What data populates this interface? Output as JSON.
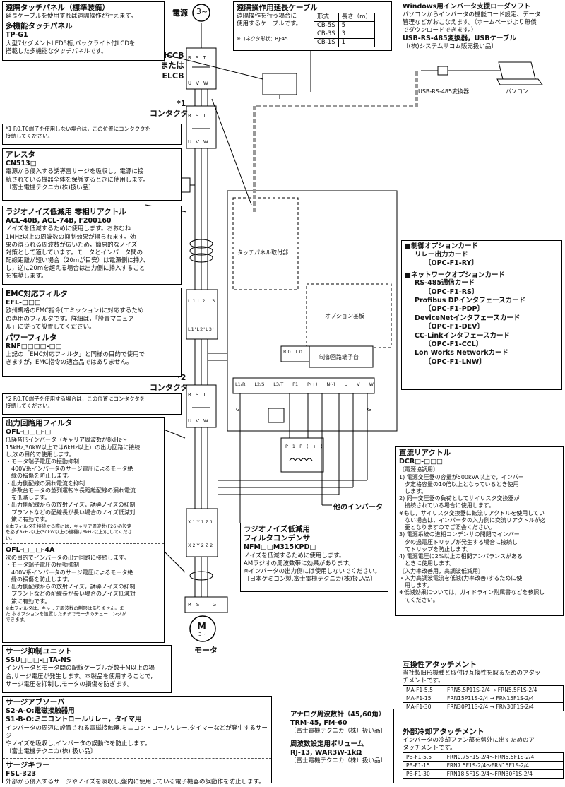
{
  "power": {
    "label": "電源",
    "symbol": "3~"
  },
  "mccb": "MCCB\nまたは\nELCB",
  "contactor1": {
    "mark": "*1",
    "label": "コンタクタ"
  },
  "contactor2": {
    "mark": "*2",
    "label": "コンタクタ"
  },
  "motor": {
    "symbol": "M",
    "sub": "3~",
    "label": "モータ"
  },
  "terminals": {
    "rst": [
      "R",
      "S",
      "T"
    ],
    "uvw": [
      "U",
      "V",
      "W"
    ],
    "l123": [
      "L1",
      "L2",
      "L3"
    ],
    "l123p": [
      "L1'",
      "L2'",
      "L3'"
    ],
    "xyz1": [
      "X1",
      "Y1",
      "Z1"
    ],
    "xyz2": [
      "X2",
      "Y2",
      "Z2"
    ],
    "mrst": [
      "R",
      "S",
      "T",
      "G"
    ],
    "inv_main": [
      "L1/R",
      "L2/S",
      "L3/T",
      "P1",
      "P(+)",
      "N(-)",
      "U",
      "V",
      "W"
    ],
    "r0t0": [
      "R0",
      "T0"
    ],
    "g": "G",
    "dcr": [
      "P1",
      "P(+)"
    ]
  },
  "inverter": {
    "panel_mount": "タッチパネル取付部",
    "option_board": "オプション基板",
    "control_block": "制御回路端子台"
  },
  "other_inverter": "他のインバータ",
  "remote_panel": {
    "title": "遠隔タッチパネル（標準装備）",
    "desc": "延長ケーブルを使用すれば遠隔操作が行えます。",
    "title2": "多機能タッチパネル",
    "model2": "TP-G1",
    "desc2": "大型7セグメントLED5桁,バックライト付LCDを\n搭載した多機能なタッチパネルです。"
  },
  "ext_cable": {
    "title": "遠隔操作用延長ケーブル",
    "desc": "遠隔操作を行う場合に\n使用するケーブルです。",
    "note": "※コネクタ形状：RJ-45",
    "head": [
      "形式",
      "長さ（m）"
    ],
    "rows": [
      [
        "CB-5S",
        "5"
      ],
      [
        "CB-3S",
        "3"
      ],
      [
        "CB-1S",
        "1"
      ]
    ]
  },
  "loader": {
    "title": "Windows用インバータ支援ローダソフト",
    "desc": "パソコンからインバータの機能コード設定、データ\n管理などがおこなえます。（ホームページより無償\nでダウンロードできます。）",
    "title2": "USB-RS-485変換器，USBケーブル",
    "dist": "〔(株)システムサコム販売扱い品〕",
    "conv_label": "USB-RS-485変換器",
    "pc_label": "パソコン"
  },
  "note1": "*1 R0,T0端子を使用しない場合は，この位置にコンタクタを\n接続してください。",
  "arrester": {
    "title": "アレスタ",
    "model": "CN513□",
    "desc": "電源から侵入する誘導雷サージを吸収し，電源に接\n続されている機器全体を保護するときに使用します。",
    "dist": "〔富士電機テクニカ(株)扱い品〕"
  },
  "radio_reactor": {
    "title": "ラジオノイズ低減用 零相リアクトル",
    "model": "ACL-40B, ACL-74B, F200160",
    "desc": "ノイズを低減するために使用します。おおむね\n1MHz以上の周波数の抑制効果が得られます。効\n果の得られる周波数が広いため，簡易的なノイズ\n対策として適しています。モータとインバータ間の\n配線距離が短い場合（20mが目安）は電源側に挿入\nし，逆に20mを超える場合は出力側に挿入すること\nを推奨します。"
  },
  "emc": {
    "title": "EMC対応フィルタ",
    "model": "EFL-□□□",
    "desc": "欧州規格のEMC指令(エミッション)に対応するため\nの専用のフィルタです。詳細は，「設置マニュア\nル」に従って設置してください。",
    "title2": "パワーフィルタ",
    "model2": "RNF□□□□-□□",
    "desc2": "上記の「EMC対応フィルタ」と同様の目的で使用で\nきますが，EMC指令の適合品ではありません。"
  },
  "note2": "*2 R0,T0端子を使用する場合は，この位置にコンタクタを\n接続してください。",
  "ofl": {
    "title": "出力回路用フィルタ",
    "model": "OFL-□□□-□",
    "desc": "低騒音形インバータ（キャリア周波数が8kHz～\n15kHz,30kW以上では6kHz以上）の出力回路に接続\nし,次の目的で使用します。",
    "bullets": "・モータ端子電圧の振動抑制\n　400V系インバータのサージ電圧によるモータ絶\n　縁の損傷を防止します。\n・出力側配線の漏れ電流を抑制\n　多数台モータの並列運転や長距離配線の漏れ電流\n　を低減します。\n・出力側配線からの放射ノイズ，誘導ノイズの抑制\n　プラントなどの配線長が長い場合のノイズ低減対\n　策に有効です。",
    "note": "※本フィルタを接続する際には，キャリア周波数(F26)の設定\nを必ず8kHz以上(30kW以上の機種は6kHz以上)にしてくださ\nい。",
    "model2": "OFL-□□□-4A",
    "desc2": "次の目的でインバータの出力回路に接続します。",
    "bullets2": "・モータ端子電圧の振動抑制\n　400V系インバータのサージ電圧によるモータ絶\n　縁の損傷を防止します。\n・出力側配線からの放射ノイズ，誘導ノイズの抑制\n　プラントなどの配線長が長い場合のノイズ低減対\n　策に有効です。",
    "note2": "※本フィルタは，キャリア周波数の制限はありません。ま\nた,本オプションを設置したままでモータのチューニングが\nできます。"
  },
  "ssu": {
    "title": "サージ抑制ユニット",
    "model": "SSU□□□-□TA-NS",
    "desc": "インバータとモータ間の配線ケーブルが数十M以上の場\n合,サージ電圧が発生します。本製品を使用することで,\nサージ電圧を抑制し,モータの損傷を防ぎます。"
  },
  "absorber": {
    "title": "サージアブソーバ",
    "model": "S2-A-O:電磁接触器用",
    "model2": "S1-B-O:ミニコントロールリレー，タイマ用",
    "desc": "インバータの周辺に設置される電磁接触器,ミニコントロールリレー,タイマーなどが発生するサージ\nやノイズを吸収し,インバータの誤動作を防止します。",
    "dist": "〔富士電機テクニカ(株) 扱い品〕",
    "title2": "サージキラー",
    "model3": "FSL-323",
    "desc2": "外部から侵入するサージやノイズを吸収し,盤内に使用している電子機器の誤動作を防止します。"
  },
  "control_opt": {
    "head1": "■制御オプションカード",
    "relay": "リレー出力カード",
    "relay_model": "〔OPC-F1-RY〕",
    "head2": "■ネットワークオプションカード",
    "cards": [
      {
        "name": "RS-485通信カード",
        "model": "〔OPC-F1-RS〕"
      },
      {
        "name": "Profibus DPインタフェースカード",
        "model": "〔OPC-F1-PDP〕"
      },
      {
        "name": "DeviceNetインタフェースカード",
        "model": "〔OPC-F1-DEV〕"
      },
      {
        "name": "CC-Linkインタフェースカード",
        "model": "〔OPC-F1-CCL〕"
      },
      {
        "name": "Lon Works Networkカード",
        "model": "〔OPC-F1-LNW〕"
      }
    ]
  },
  "dcr": {
    "title": "直流リアクトル",
    "model": "DCR□-□□□",
    "desc": "〔電源協調用〕\n 1) 電源変圧器の容量が500kVA以上で，インバー\n 　タ定格容量の10倍以上となっているとき使用\n 　します。\n 2) 同一変圧器の負荷としてサイリスタ変換器が\n 　接続されている場合に使用します。\n ※もし，サイリスタ変換器に転流リアクトルを使用してい\n 　ない場合は，インバータの入力側に交流リアクトルが必\n 　要となりますのでご照会ください。\n 3) 電源系統の進相コンデンサの開閉でインバー\n 　タの過電圧トリップが発生する場合に接続し\n 　てトリップを防止します。\n 4) 電源電圧に2%以上の相間アンバランスがある\n 　ときに使用します。\n〔入力率改善用，高調波低減用〕\n・入力高調波電流を低減(力率改善)するために使\n　用します。\n ※低減効果については，ガイドライン附属書などを参照し\n 　てください。"
  },
  "nfm": {
    "title": "ラジオノイズ低減用\nフィルタコンデンサ",
    "model": "NFM□□M315KPD□",
    "desc": "ノイズを低減するために使用します。\nAMラジオの周波数帯に効果があります。\n※インバータの出力側には使用しないでください。\n〔日本ケミコン製,富士電機テクニカ(株)扱い品〕"
  },
  "analog": {
    "title": "アナログ周波数計（45,60角）",
    "model": "TRM-45, FM-60",
    "dist": "〔富士電機テクニカ（株）扱い品〕",
    "title2": "周波数設定用ボリューム",
    "model2": "RJ-13, WAR3W-1kΩ",
    "dist2": "〔富士電機テクニカ（株）扱い品〕"
  },
  "compat": {
    "title": "互換性アタッチメント",
    "desc": "当社製旧形機種と取付け互換性を取るためのアタッ\nチメントです。",
    "rows": [
      [
        "MA-F1-5.5",
        "FRN5.5P11S-2/4 → FRN5.5F1S-2/4"
      ],
      [
        "MA-F1-15",
        "FRN15P11S-2/4 → FRN15F1S-2/4"
      ],
      [
        "MA-F1-30",
        "FRN30P11S-2/4 → FRN30F1S-2/4"
      ]
    ]
  },
  "cooling": {
    "title": "外部冷却アタッチメント",
    "desc": "インバータの冷却ファン部を盤外に出すためのア\nタッチメントです。",
    "rows": [
      [
        "PB-F1-5.5",
        "FRN0.75F1S-2/4～FRN5.5F1S-2/4"
      ],
      [
        "PB-F1-15",
        "FRN7.5F1S-2/4～FRN15F1S-2/4"
      ],
      [
        "PB-F1-30",
        "FRN18.5F1S-2/4～FRN30F1S-2/4"
      ]
    ]
  }
}
